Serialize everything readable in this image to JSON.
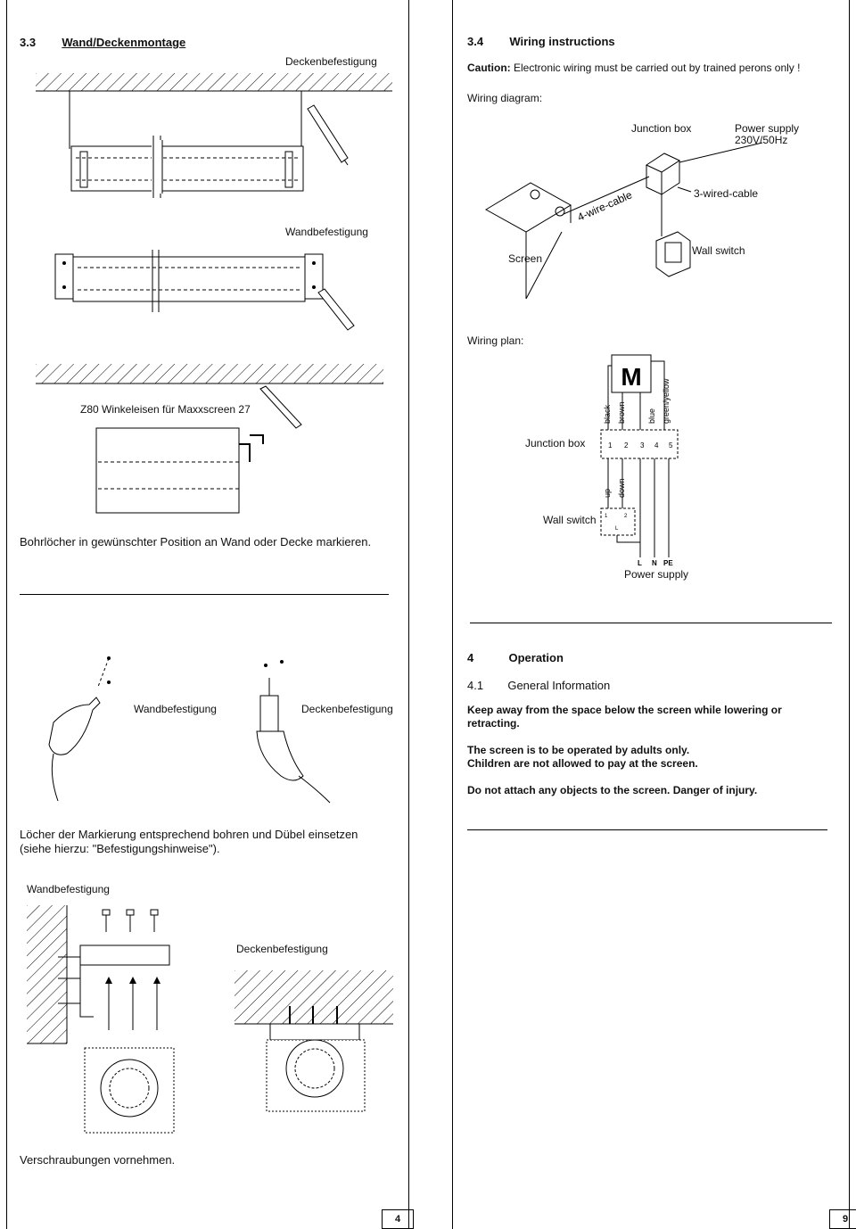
{
  "left": {
    "section_num": "3.3",
    "section_title": "Wand/Deckenmontage",
    "label_deckenbefestigung_1": "Deckenbefestigung",
    "label_wandbefestigung_1": "Wandbefestigung",
    "label_z80": "Z80 Winkeleisen für Maxxscreen 27",
    "step1": "Bohrlöcher in gewünschter Position an Wand oder Decke markieren.",
    "label_wandbefestigung_2": "Wandbefestigung",
    "label_deckenbefestigung_2": "Deckenbefestigung",
    "step2_line1": "Löcher der Markierung entsprechend bohren und Dübel einsetzen",
    "step2_line2": "(siehe hierzu: \"Befestigungshinweise\").",
    "label_wandbefestigung_3": "Wandbefestigung",
    "label_deckenbefestigung_3": "Deckenbefestigung",
    "step3": "Verschraubungen vornehmen.",
    "page_number": "4"
  },
  "right": {
    "section_num": "3.4",
    "section_title": "Wiring instructions",
    "caution_label": "Caution:",
    "caution_text": " Electronic wiring must be carried out by trained perons only !",
    "wiring_diagram_label": "Wiring diagram:",
    "diagram": {
      "junction_box": "Junction box",
      "power_supply": "Power supply",
      "power_voltage": "230V/50Hz",
      "four_wire": "4-wire-cable",
      "three_wired": "3-wired-cable",
      "screen": "Screen",
      "wall_switch": "Wall switch"
    },
    "wiring_plan_label": "Wiring plan:",
    "plan": {
      "motor": "M",
      "wires": [
        "black",
        "brown",
        "blue",
        "green/yellow"
      ],
      "junction_box": "Junction box",
      "terminals": [
        "1",
        "2",
        "3",
        "4",
        "5"
      ],
      "switch_wires": [
        "up",
        "down"
      ],
      "wall_switch": "Wall switch",
      "switch_terminals": [
        "1",
        "2",
        "L"
      ],
      "supply_terminals": [
        "L",
        "N",
        "PE"
      ],
      "power_supply": "Power supply"
    },
    "operation_num": "4",
    "operation_title": "Operation",
    "general_num": "4.1",
    "general_title": "General Information",
    "warning1": "Keep away from the space below the screen while lowering or retracting.",
    "warning2_line1": "The screen is to be operated by adults only.",
    "warning2_line2": "Children are not allowed to pay at the screen.",
    "warning3": "Do not attach any objects to the screen. Danger of injury.",
    "page_number": "9"
  }
}
